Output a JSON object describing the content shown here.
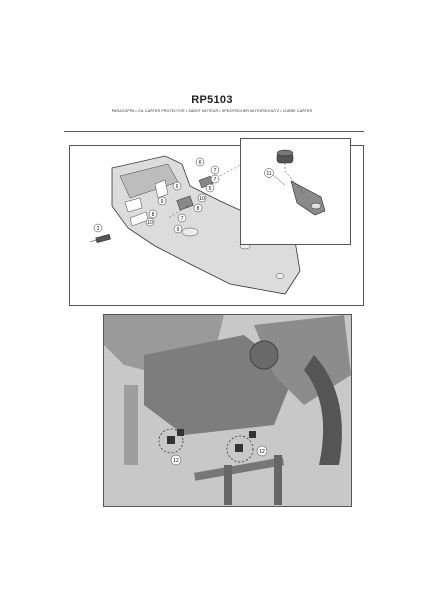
{
  "header": {
    "model": "RP5103",
    "description": "PARACOPPA • OIL CARTER PROTECTOR • SABOT MOTEUR • SPEZIFISCHER MOTORSCHUTZ • CUBRE CARTER"
  },
  "diagram": {
    "callouts": [
      "6",
      "7",
      "7",
      "5",
      "6",
      "10",
      "8",
      "9",
      "7",
      "8",
      "10",
      "9",
      "2"
    ],
    "detail_callout": "11",
    "photo_callouts": [
      "12",
      "12"
    ]
  }
}
